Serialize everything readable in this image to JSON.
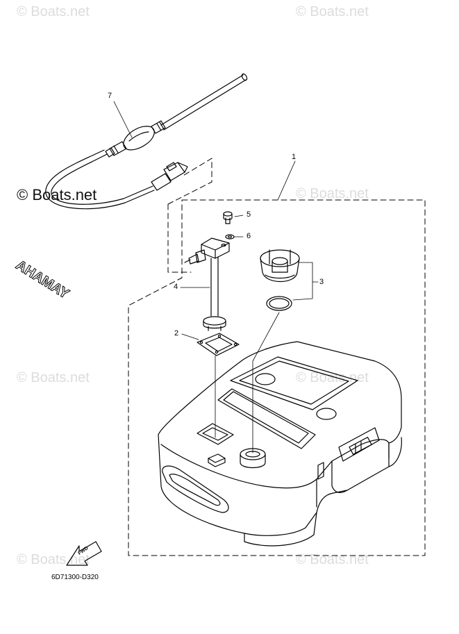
{
  "watermarks": [
    {
      "text": "© Boats.net"
    },
    {
      "text": "© Boats.net"
    },
    {
      "text": "© Boats.net"
    },
    {
      "text": "© Boats.net"
    },
    {
      "text": "© Boats.net"
    },
    {
      "text": "© Boats.net"
    },
    {
      "text": "© Boats.net"
    }
  ],
  "main_watermark": "© Boats.net",
  "callouts": {
    "c1": "1",
    "c2": "2",
    "c3": "3",
    "c4": "4",
    "c5": "5",
    "c6": "6",
    "c7": "7"
  },
  "fwd_label": "FWD",
  "tank_brand": "YAMAHA",
  "diagram_code": "6D71300-D320"
}
